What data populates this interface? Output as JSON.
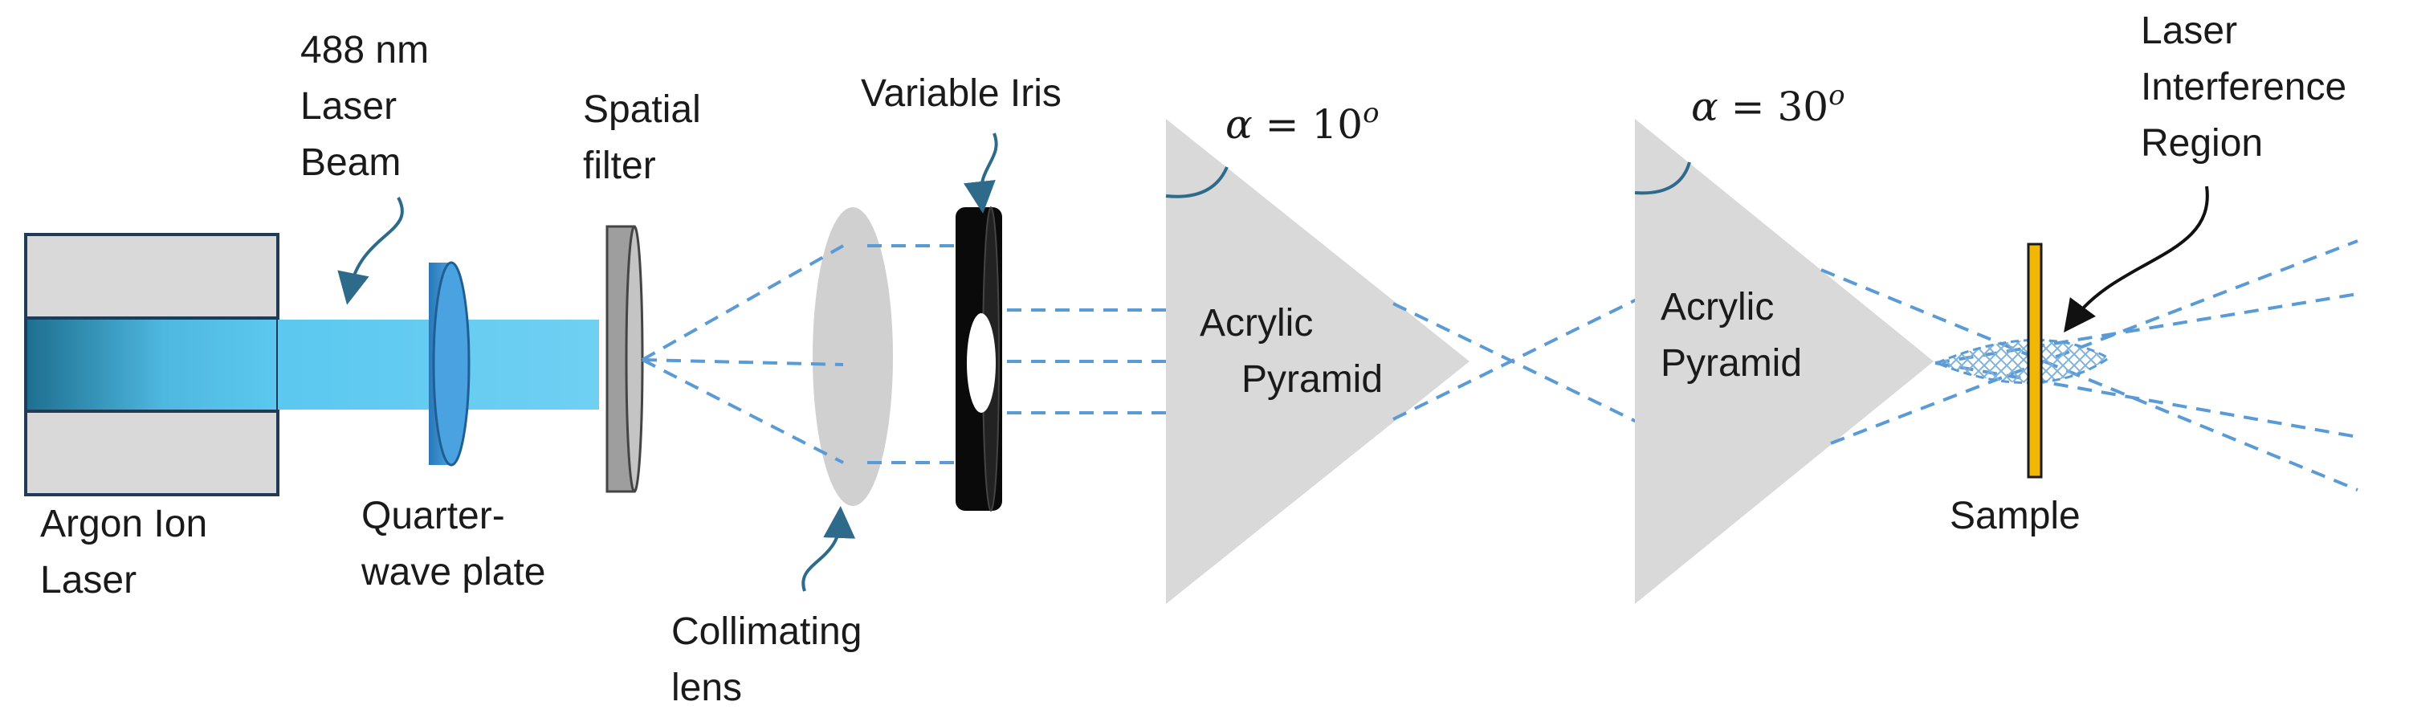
{
  "labels": {
    "laser_beam_line1": "488 nm",
    "laser_beam_line2": "Laser",
    "laser_beam_line3": "Beam",
    "spatial_filter_line1": "Spatial",
    "spatial_filter_line2": "filter",
    "variable_iris": "Variable Iris",
    "argon_laser_line1": "Argon Ion",
    "argon_laser_line2": "Laser",
    "quarter_wave_line1": "Quarter-",
    "quarter_wave_line2": "wave plate",
    "collimating_line1": "Collimating",
    "collimating_line2": "lens",
    "pyramid1_line1": "Acrylic",
    "pyramid1_line2": "Pyramid",
    "pyramid2_line1": "Acrylic",
    "pyramid2_line2": "Pyramid",
    "interference_line1": "Laser",
    "interference_line2": "Interference",
    "interference_line3": "Region",
    "sample": "Sample"
  },
  "angles": {
    "alpha_symbol": "α",
    "equals": " = ",
    "pyramid1_value": "10",
    "pyramid2_value": "30",
    "degree_superscript": "o"
  },
  "colors": {
    "laser_body": "#d9d9d9",
    "laser_outline": "#1f3b57",
    "beam_light": "#5bc8f0",
    "beam_dark": "#1d6f8f",
    "quarter_wave_plate": "#3a8fd1",
    "spatial_filter": "#9e9e9e",
    "lens": "#d0d0d0",
    "iris": "#0a0a0a",
    "pyramid": "#d9d9d9",
    "dashed_beam": "#5b9bd5",
    "sample": "#f2b705",
    "pointer": "#2e6b8a"
  }
}
